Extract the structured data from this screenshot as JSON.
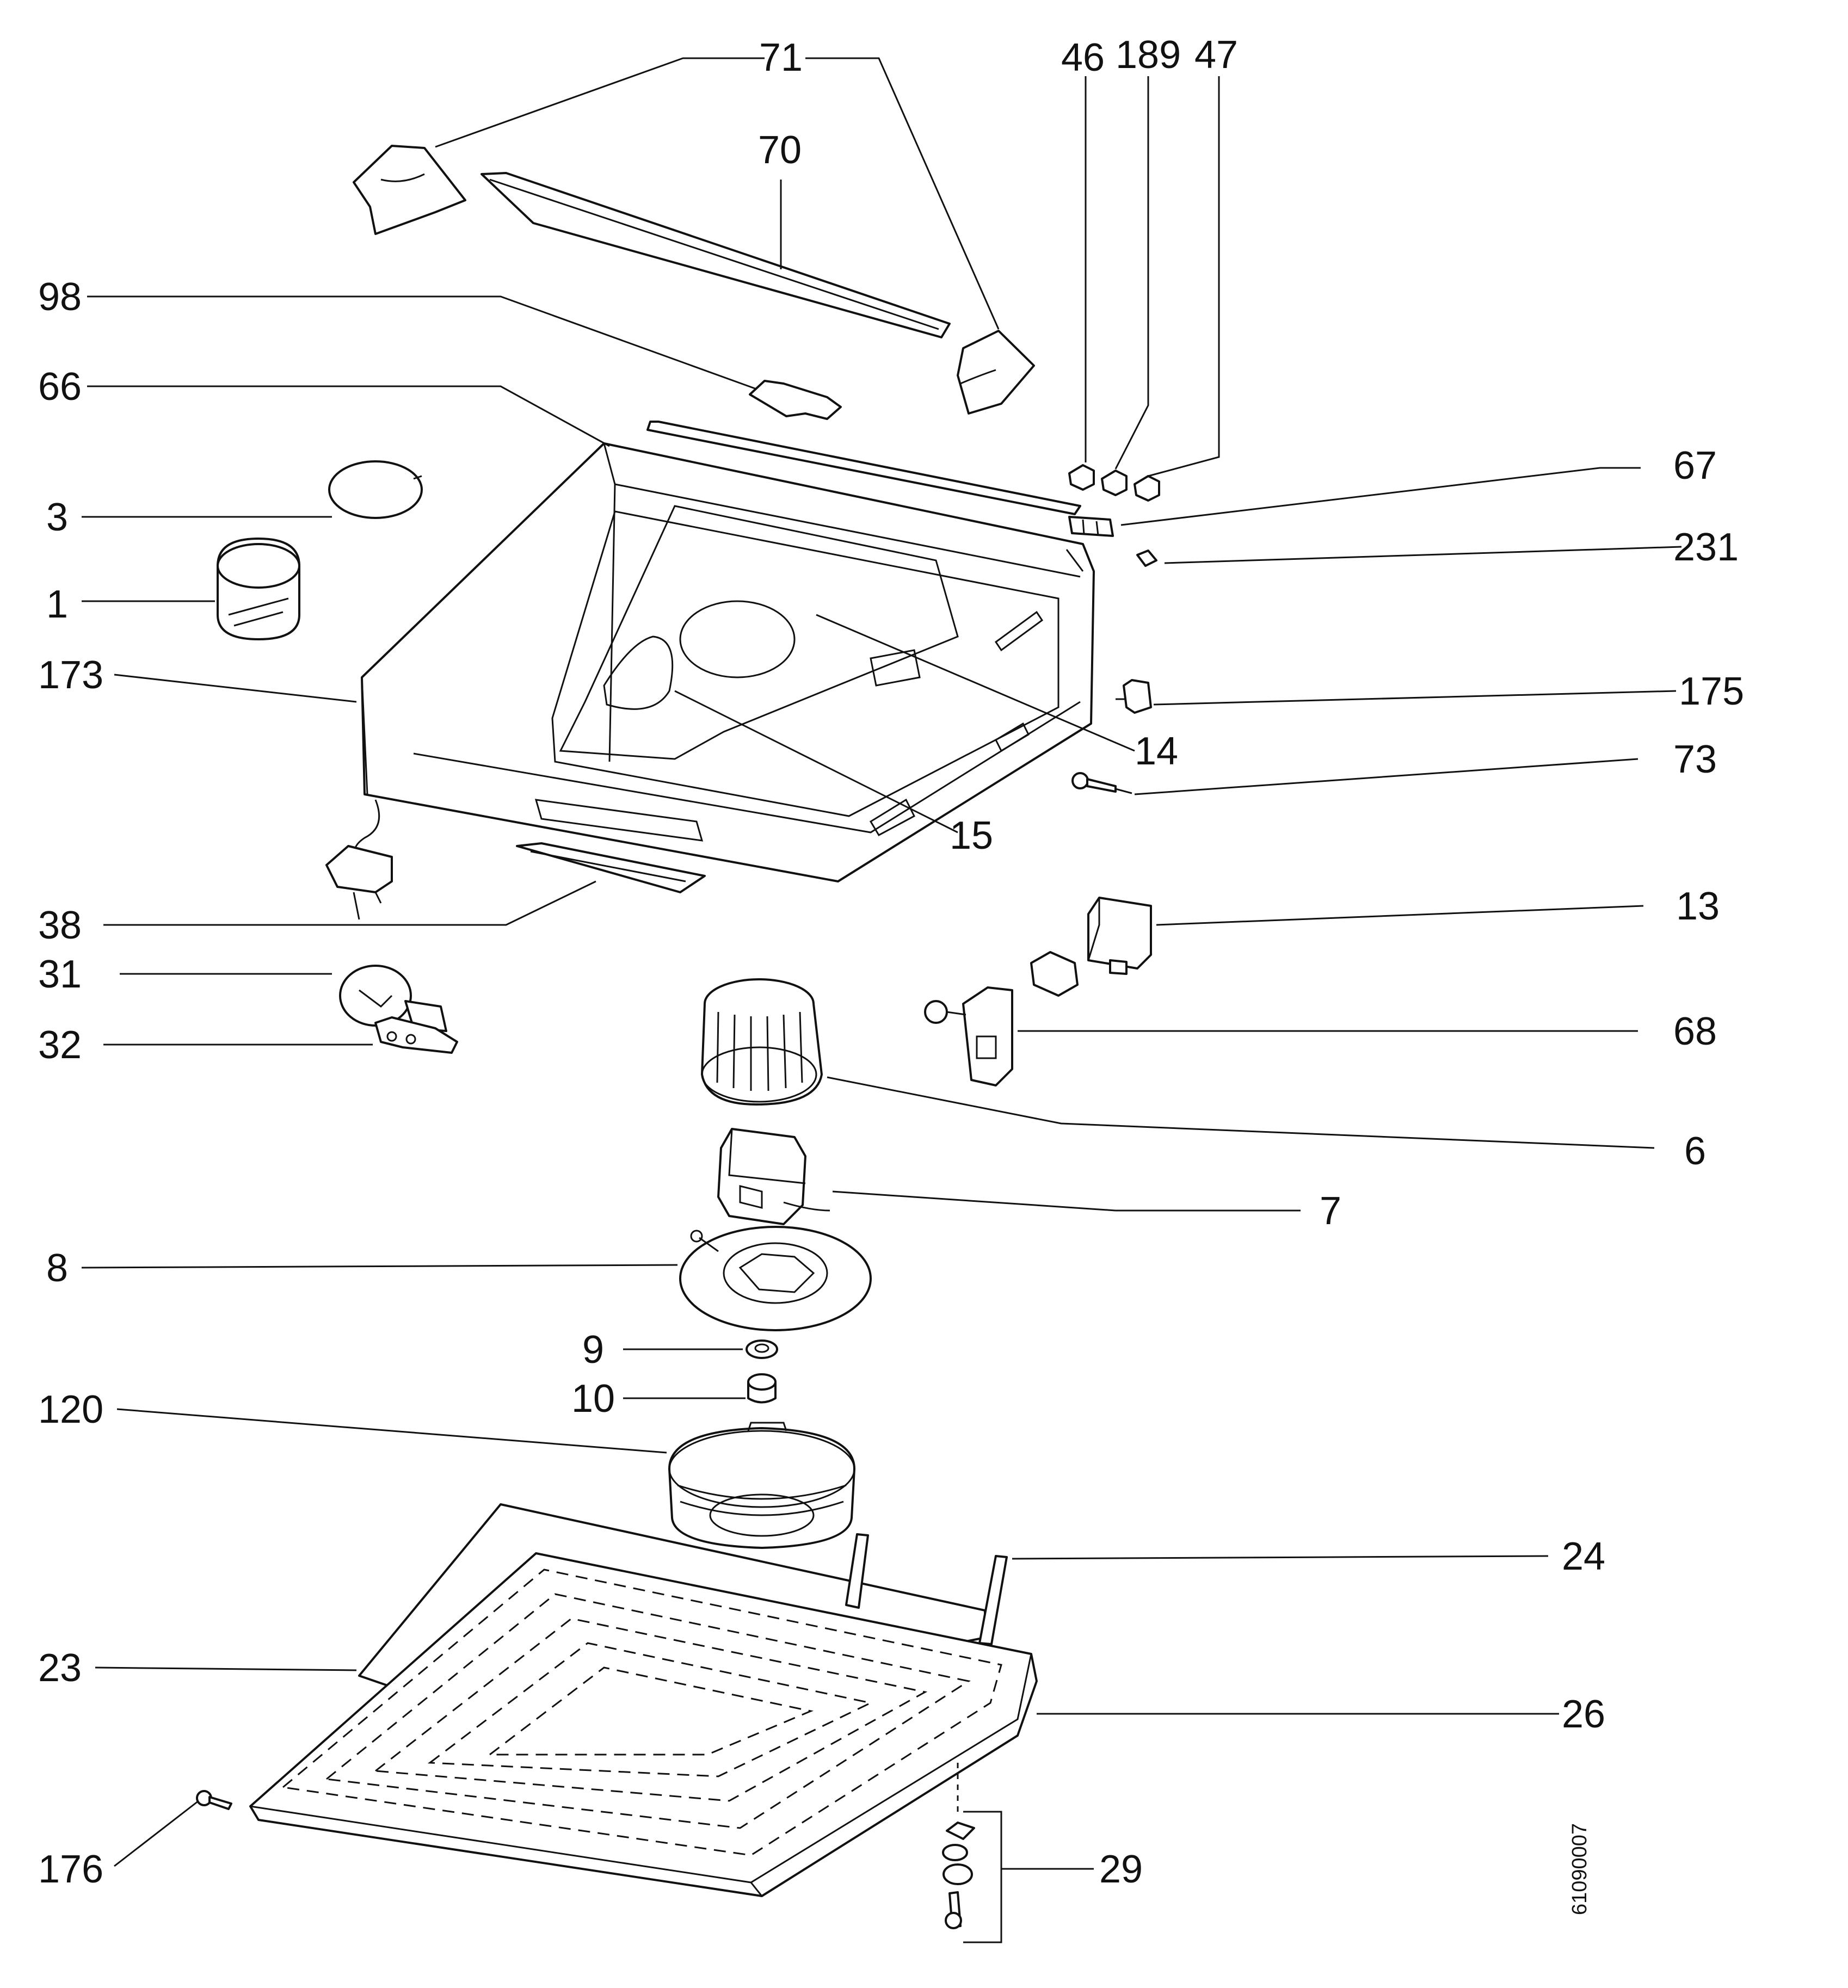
{
  "labels": {
    "l71": "71",
    "l70": "70",
    "l46": "46",
    "l189": "189",
    "l47": "47",
    "l98": "98",
    "l66": "66",
    "l67": "67",
    "l3": "3",
    "l231": "231",
    "l1": "1",
    "l173": "173",
    "l175": "175",
    "l14": "14",
    "l73": "73",
    "l15": "15",
    "l38": "38",
    "l13": "13",
    "l31": "31",
    "l32": "32",
    "l68": "68",
    "l6": "6",
    "l7": "7",
    "l8": "8",
    "l9": "9",
    "l10": "10",
    "l120": "120",
    "l24": "24",
    "l23": "23",
    "l26": "26",
    "l29": "29",
    "l176": "176"
  },
  "drawing_code": "61090007"
}
